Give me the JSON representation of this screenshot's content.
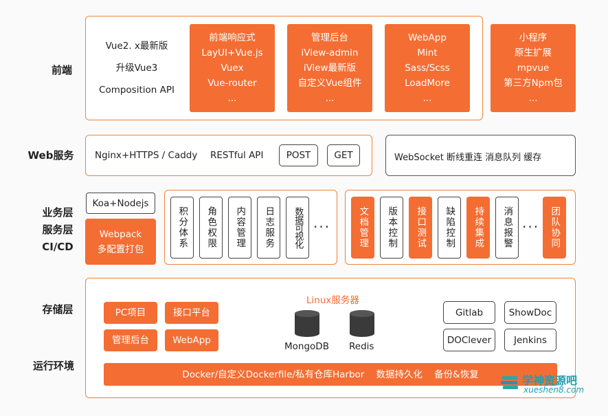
{
  "rows": {
    "frontend": "前端",
    "web": "Web服务",
    "biz": [
      "业务层",
      "服务层",
      "CI/CD"
    ],
    "storage": "存储层",
    "runtime": "运行环境"
  },
  "frontend": {
    "vue": [
      "Vue2. x最新版",
      "升级Vue3",
      "Composition API"
    ],
    "responsive": [
      "前端响应式",
      "LayUI+Vue.js",
      "Vuex",
      "Vue-router",
      "..."
    ],
    "admin": [
      "管理后台",
      "iView-admin",
      "iView最新版",
      "自定义Vue组件",
      "..."
    ],
    "webapp": [
      "WebApp",
      "Mint",
      "Sass/Scss",
      "LoadMore",
      "..."
    ],
    "miniapp": [
      "小程序",
      "原生扩展",
      "mpvue",
      "第三方Npm包",
      "..."
    ]
  },
  "web": {
    "server": "Nginx+HTTPS / Caddy",
    "api": "RESTful API",
    "post": "POST",
    "get": "GET",
    "socket": "WebSocket  断线重连  消息队列  缓存"
  },
  "biz": {
    "koa": "Koa+Nodejs",
    "webpack": [
      "Webpack",
      "多配置打包"
    ],
    "services": [
      "积分体系",
      "角色权限",
      "内容管理",
      "日志服务",
      "数据可视化"
    ],
    "ci": [
      {
        "text": "文档管理",
        "style": "o"
      },
      {
        "text": "版本控制",
        "style": "w"
      },
      {
        "text": "接口测试",
        "style": "o"
      },
      {
        "text": "缺陷控制",
        "style": "w"
      },
      {
        "text": "持续集成",
        "style": "o"
      },
      {
        "text": "消息报警",
        "style": "w"
      },
      {
        "text": "团队协同",
        "style": "o"
      }
    ],
    "more": "···"
  },
  "storage": {
    "projects": [
      "PC项目",
      "接口平台",
      "管理后台",
      "WebApp"
    ],
    "linux": "Linux服务器",
    "db1": "MongoDB",
    "db2": "Redis",
    "tools": [
      "Gitlab",
      "ShowDoc",
      "DOClever",
      "Jenkins"
    ],
    "runtime_bar": "Docker/自定义Dockerfile/私有仓库Harbor    数据持久化    备份&恢复"
  },
  "watermark": {
    "title": "学神资源吧",
    "url": "xueshen8.com"
  },
  "colors": {
    "accent": "#f46d33",
    "border": "#f0833a",
    "dark_border": "#444444"
  }
}
